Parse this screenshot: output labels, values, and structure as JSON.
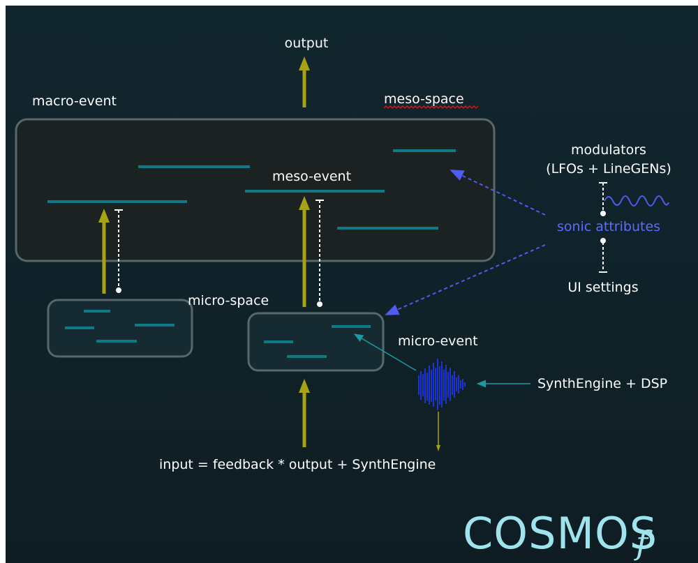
{
  "labels": {
    "output": "output",
    "macro_event": "macro-event",
    "meso_space": "meso-space",
    "meso_event": "meso-event",
    "micro_space": "micro-space",
    "micro_event": "micro-event",
    "modulators": "modulators",
    "modulators_sub": "(LFOs + LineGENs)",
    "sonic_attributes": "sonic attributes",
    "ui_settings": "UI settings",
    "synth_engine": "SynthEngine + DSP",
    "input_formula": "input = feedback * output + SynthEngine"
  },
  "brand": {
    "name": "COSMOS",
    "suffix": "f"
  },
  "colors": {
    "background": "#11242b",
    "box_stroke": "#56686c",
    "event_line": "#0e7a86",
    "arrow": "#a7a313",
    "modulator_link": "#4e5cf0",
    "synth_link": "#1b9aa6",
    "brand": "#9fe4ec"
  },
  "icons": {
    "waveform": "waveform-icon",
    "lfo_wave": "sine-wave-icon"
  }
}
